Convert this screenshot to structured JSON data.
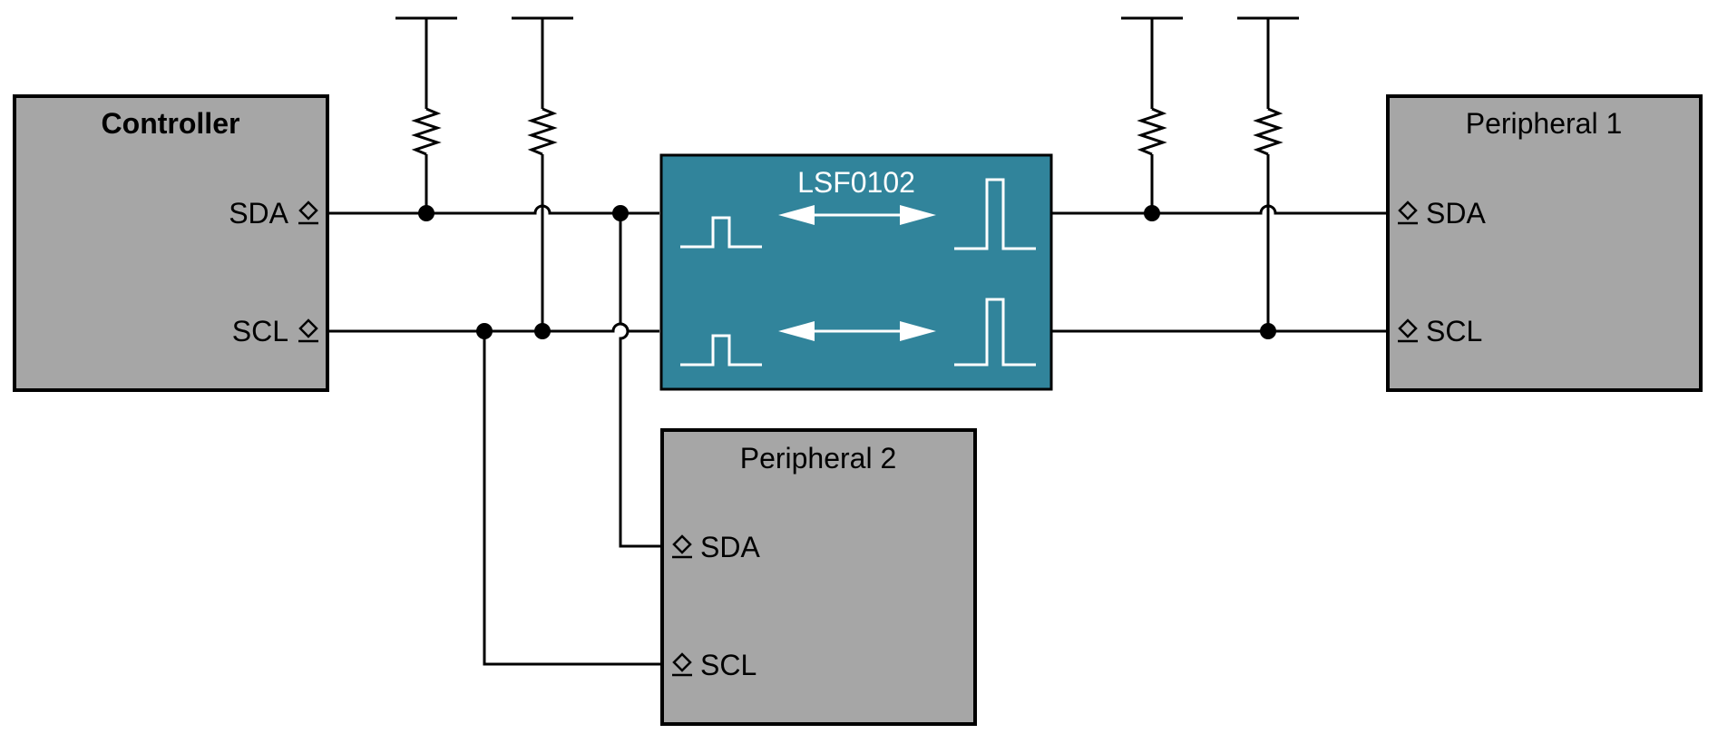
{
  "controller": {
    "title": "Controller",
    "sda_label": "SDA",
    "scl_label": "SCL"
  },
  "translator": {
    "part_number": "LSF0102"
  },
  "peripheral1": {
    "title": "Peripheral 1",
    "sda_label": "SDA",
    "scl_label": "SCL"
  },
  "peripheral2": {
    "title": "Peripheral 2",
    "sda_label": "SDA",
    "scl_label": "SCL"
  },
  "colors": {
    "block_fill": "#a6a6a6",
    "translator_fill": "#31849b",
    "line": "#000000"
  }
}
